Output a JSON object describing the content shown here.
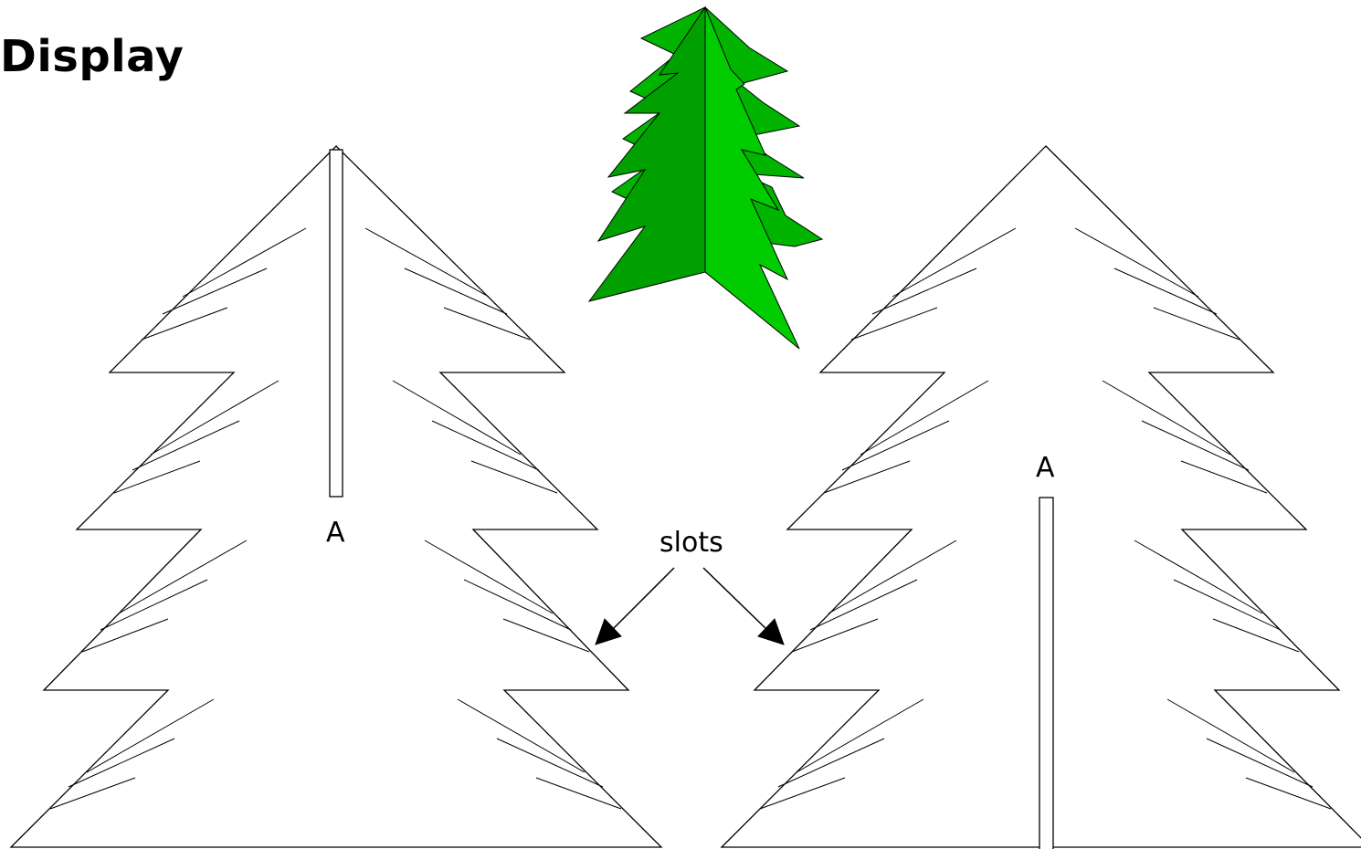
{
  "title": "Display",
  "labels": {
    "slot_a_left": "A",
    "slot_a_right": "A",
    "slots": "slots"
  },
  "colors": {
    "tree_dark_green": "#00a000",
    "tree_light_green": "#00cc00",
    "tree_mid_green": "#00b400",
    "outline": "#000000"
  },
  "icons": {
    "assembled_tree": "assembled-3d-tree-icon"
  }
}
